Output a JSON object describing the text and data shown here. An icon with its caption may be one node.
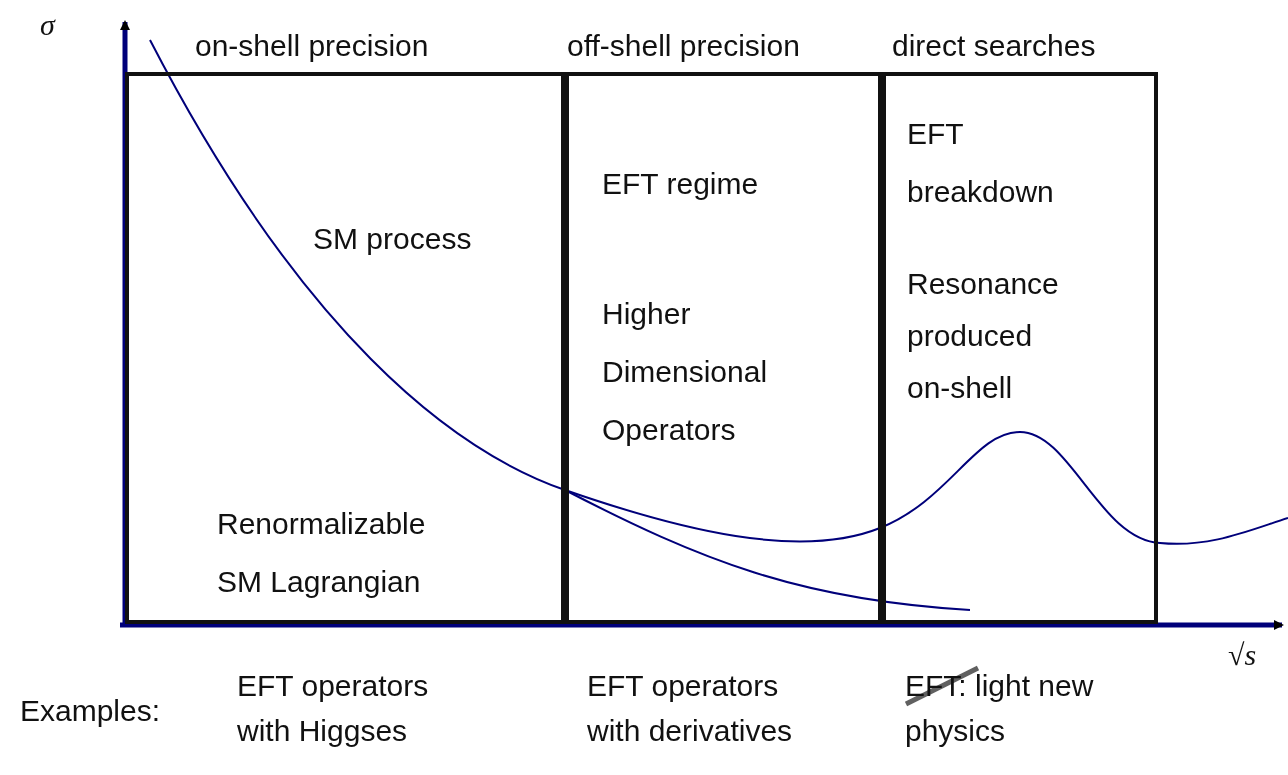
{
  "diagram": {
    "nodes": [
      {
        "text": [
          "on-shell precision",
          "SM process",
          "Renormalizable SM Lagrangian"
        ]
      },
      {
        "text": [
          "off-shell precision",
          "EFT regime",
          "Higher Dimensional Operators"
        ]
      },
      {
        "text": [
          "direct searches",
          "EFT breakdown",
          "Resonance produced on-shell"
        ]
      }
    ],
    "edges": [],
    "labels": [
      "σ",
      "√s",
      "Examples:",
      "EFT operators with Higgses",
      "EFT operators with derivatives",
      "EFT: light new physics"
    ]
  }
}
